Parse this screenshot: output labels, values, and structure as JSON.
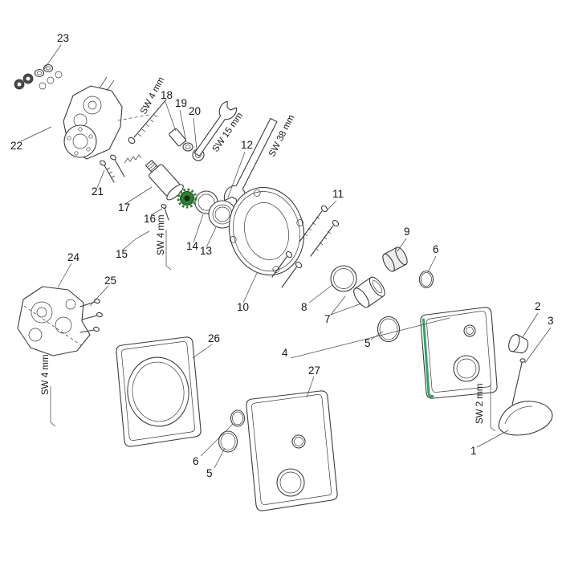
{
  "background": "#ffffff",
  "colors": {
    "knob_green": "#2e7d32",
    "seal_green": "#35a06b"
  },
  "labels": {
    "p1": "1",
    "p2": "2",
    "p3": "3",
    "p4": "4",
    "p5a": "5",
    "p5b": "5",
    "p6a": "6",
    "p6b": "6",
    "p7": "7",
    "p8": "8",
    "p9": "9",
    "p10": "10",
    "p11": "11",
    "p12": "12",
    "p13": "13",
    "p14": "14",
    "p15": "15",
    "p16": "16",
    "p17": "17",
    "p18": "18",
    "p19": "19",
    "p20": "20",
    "p21": "21",
    "p22": "22",
    "p23": "23",
    "p24": "24",
    "p25": "25",
    "p26": "26",
    "p27": "27",
    "sw4_top": "SW 4 mm",
    "sw15": "SW 15 mm",
    "sw38": "SW 38 mm",
    "sw4_mid": "SW 4 mm",
    "sw4_left": "SW 4 mm",
    "sw2": "SW 2 mm"
  }
}
